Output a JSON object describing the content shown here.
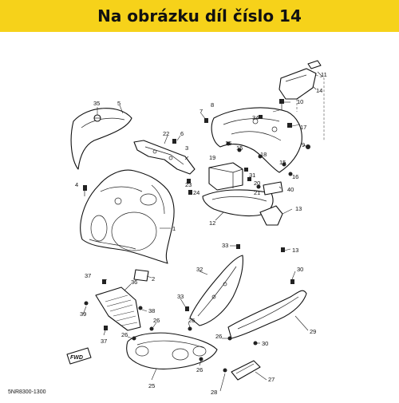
{
  "banner": {
    "title": "Na obrázku díl číslo 14",
    "background": "#f6d21a"
  },
  "diagram": {
    "catalog_code": "5NR8300-1300",
    "direction_marker": "FWD",
    "callouts": [
      "1",
      "2",
      "4",
      "5",
      "6",
      "7",
      "8",
      "9",
      "10",
      "11",
      "12",
      "13",
      "14",
      "15",
      "16",
      "17",
      "18",
      "19",
      "20",
      "21",
      "22",
      "23",
      "24",
      "25",
      "26",
      "27",
      "28",
      "29",
      "30",
      "31",
      "32",
      "33",
      "34",
      "35",
      "36",
      "37",
      "38",
      "39",
      "40"
    ]
  }
}
